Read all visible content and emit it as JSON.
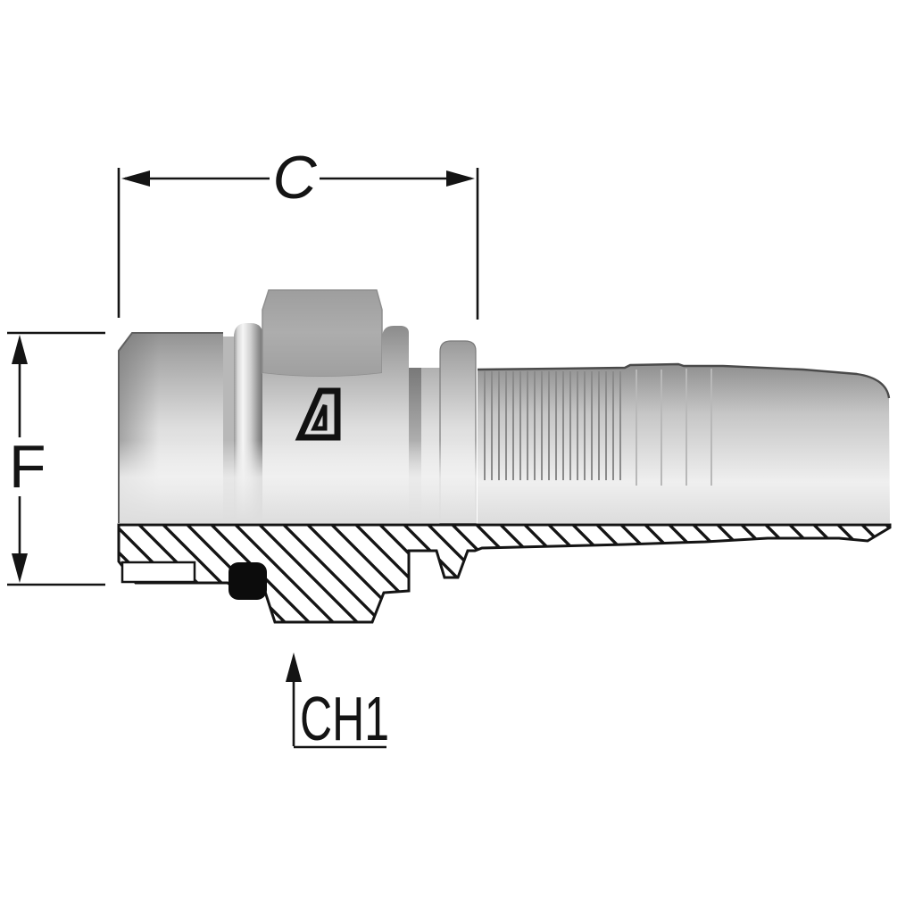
{
  "diagram": {
    "labels": {
      "dim_c": "C",
      "dim_f": "F",
      "dim_ch1": "CH1"
    },
    "colors": {
      "background": "#ffffff",
      "line": "#141414",
      "hex_flat": "#a8a8a8",
      "body_dark": "#868686",
      "body_light": "#f3f3f3",
      "seal_black": "#0c0c0c"
    },
    "icons": {
      "logo": "manufacturer-logo",
      "arrow_left": "arrowhead-left",
      "arrow_right": "arrowhead-right",
      "arrow_up": "arrowhead-up",
      "arrow_down": "arrowhead-down"
    }
  }
}
